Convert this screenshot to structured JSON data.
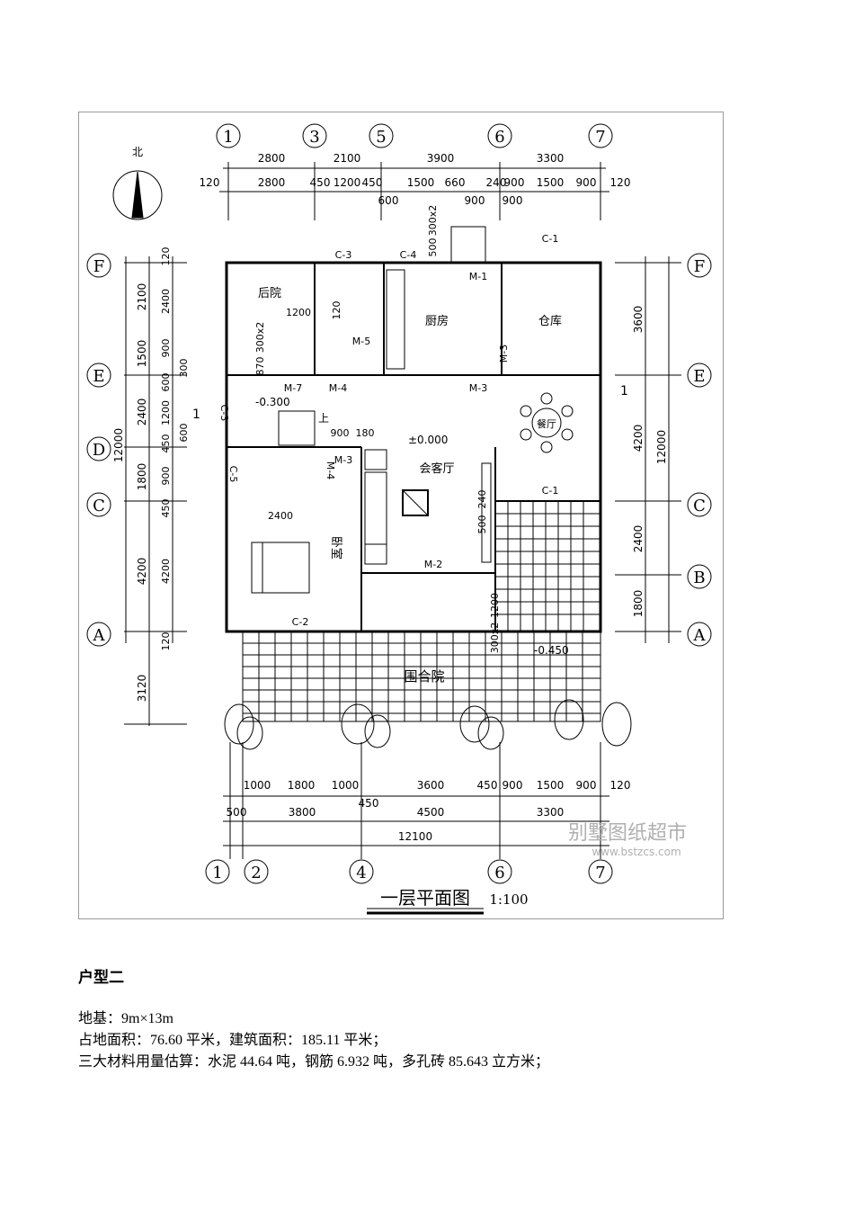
{
  "drawing": {
    "north_label": "北",
    "axes_top": [
      "1",
      "3",
      "5",
      "6",
      "7"
    ],
    "axes_bottom": [
      "1",
      "2",
      "4",
      "6",
      "7"
    ],
    "axes_left": [
      "F",
      "E",
      "D",
      "C",
      "A"
    ],
    "axes_right": [
      "F",
      "E",
      "C",
      "B",
      "A"
    ],
    "dims_top_1": [
      "2800",
      "2100",
      "3900",
      "3300"
    ],
    "dims_top_2": [
      "120",
      "2800",
      "450",
      "1200",
      "450",
      "1500",
      "660",
      "240",
      "900",
      "1500",
      "900",
      "120"
    ],
    "dims_top_3": [
      "600",
      "900",
      "900"
    ],
    "dims_bottom_1": [
      "1000",
      "1800",
      "1000",
      "3600",
      "450",
      "900",
      "1500",
      "900",
      "120"
    ],
    "dims_bottom_2": [
      "500",
      "3800",
      "450",
      "4500",
      "3300"
    ],
    "dims_bottom_total": "12100",
    "dims_left_outer": [
      "2100",
      "1500",
      "2400",
      "1800",
      "4200",
      "12000"
    ],
    "dims_left_inner": [
      "120",
      "2400",
      "900",
      "300",
      "600",
      "1200",
      "600",
      "450",
      "900",
      "450",
      "4200",
      "120"
    ],
    "dims_left_extra": "3120",
    "dims_right": [
      "3600",
      "4200",
      "2400",
      "1800",
      "12000"
    ],
    "rooms": {
      "backyard": "后院",
      "kitchen": "厨房",
      "storage": "仓库",
      "dining": "餐厅",
      "living": "会客厅",
      "bedroom": "卧室",
      "courtyard": "围合院"
    },
    "doors_windows": [
      "C-3",
      "C-4",
      "C-1",
      "M-1",
      "M-5",
      "M-3",
      "M-7",
      "M-4",
      "M-3",
      "C-3",
      "M-3",
      "M-4",
      "C-5",
      "C-1",
      "M-2",
      "C-2"
    ],
    "misc_dims": [
      "500",
      "300x2",
      "1200",
      "870",
      "300x2",
      "120",
      "900",
      "180",
      "2400",
      "500",
      "240",
      "1200",
      "300x2"
    ],
    "elevations": [
      "-0.300",
      "±0.000",
      "-0.450"
    ],
    "stair_up": "上",
    "section_mark": "1",
    "title": "一层平面图",
    "scale": "1:100",
    "watermark_cn": "别墅图纸超市",
    "watermark_url": "www.bstzcs.com"
  },
  "unit_heading": "户型二",
  "info": [
    "地基：9m×13m",
    "占地面积：76.60 平米，建筑面积：185.11 平米；",
    "三大材料用量估算：水泥 44.64 吨，钢筋 6.932 吨，多孔砖 85.643 立方米；"
  ]
}
